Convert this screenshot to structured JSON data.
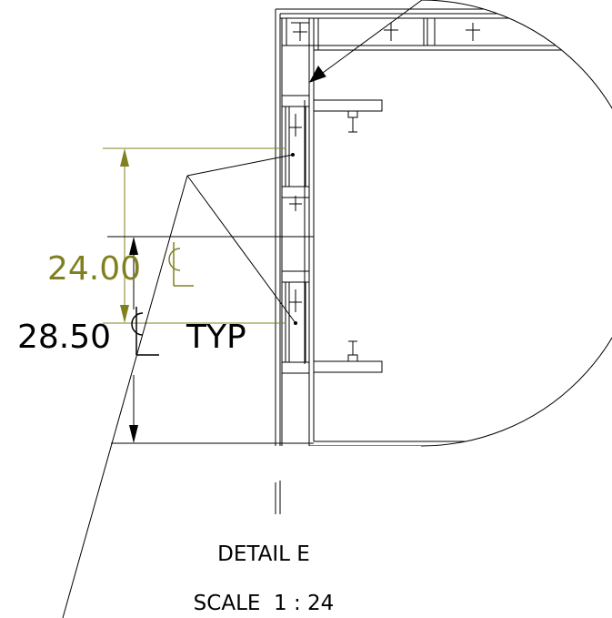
{
  "colors": {
    "line": "#000000",
    "dimension": "#808020",
    "background": "#ffffff"
  },
  "dimensions": {
    "olive": {
      "value": "24.00"
    },
    "black": {
      "value": "28.50",
      "suffix": "TYP"
    }
  },
  "detail": {
    "title": "DETAIL E",
    "scale": "SCALE  1 : 24"
  }
}
